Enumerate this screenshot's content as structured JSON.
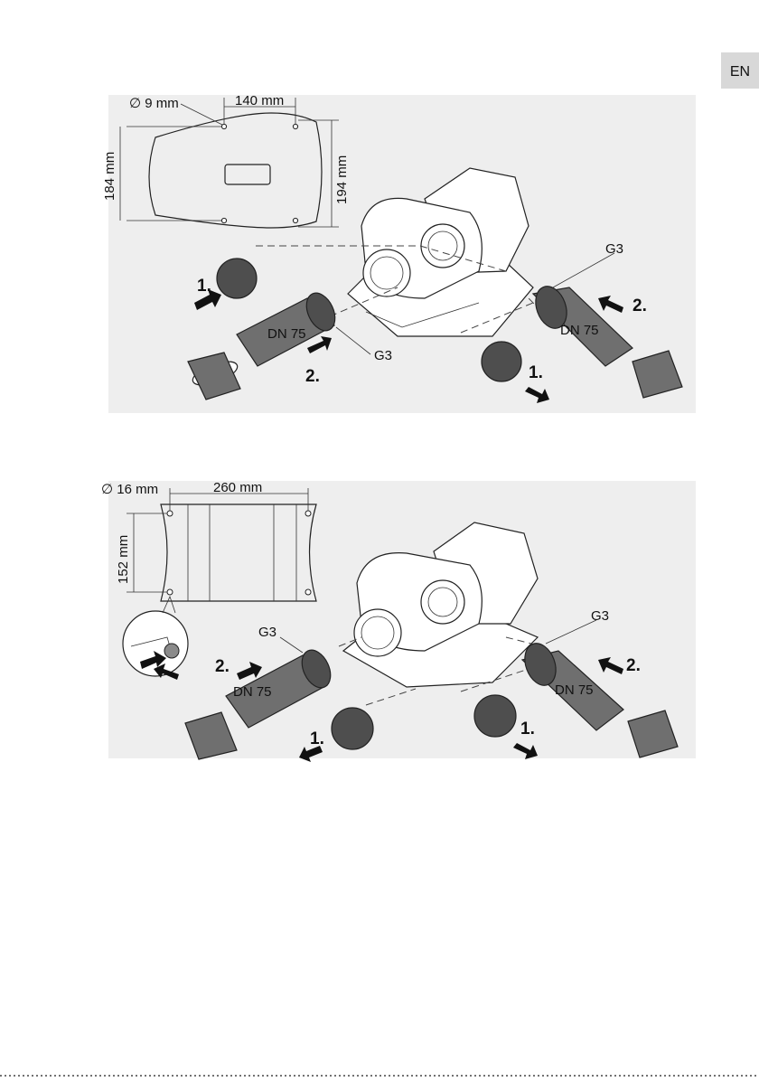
{
  "lang_tab": "EN",
  "figure1": {
    "hole_diameter": "∅ 9 mm",
    "hole_spacing": "140 mm",
    "height_left": "184 mm",
    "height_right": "194 mm",
    "left": {
      "step1": "1.",
      "step2": "2.",
      "pipe": "DN 75",
      "thread": "G3"
    },
    "right": {
      "step1": "1.",
      "step2": "2.",
      "pipe": "DN 75",
      "thread": "G3"
    }
  },
  "figure2": {
    "hole_diameter": "∅ 16 mm",
    "hole_spacing": "260 mm",
    "height": "152 mm",
    "left": {
      "step1": "1.",
      "step2": "2.",
      "pipe": "DN 75",
      "thread": "G3"
    },
    "right": {
      "step1": "1.",
      "step2": "2.",
      "pipe": "DN 75",
      "thread": "G3"
    }
  },
  "icons": {
    "arrow": "filled-block-arrow",
    "cap": "end-cap",
    "hose": "corrugated-hose",
    "pump": "pond-pump"
  }
}
